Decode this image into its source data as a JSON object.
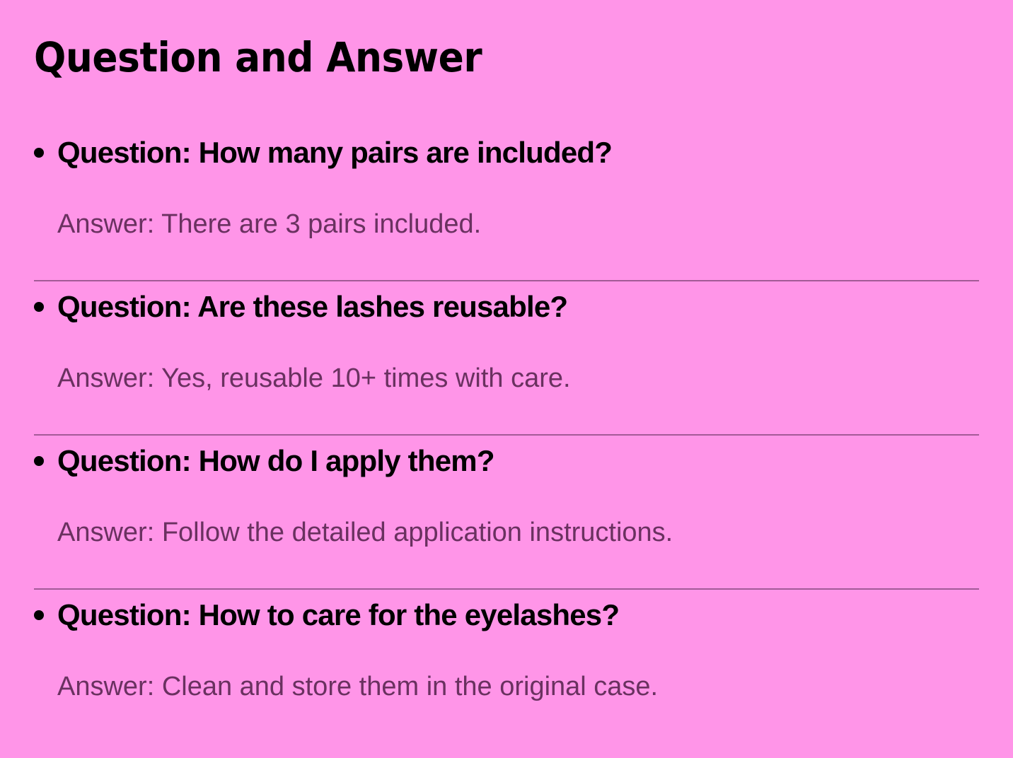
{
  "page": {
    "title": "Question and Answer",
    "items": [
      {
        "question": "Question: How many pairs are included?",
        "answer": "Answer: There are 3 pairs included."
      },
      {
        "question": "Question: Are these lashes reusable?",
        "answer": "Answer: Yes, reusable 10+ times with care."
      },
      {
        "question": "Question: How do I apply them?",
        "answer": "Answer: Follow the detailed application instructions."
      },
      {
        "question": "Question: How to care for the eyelashes?",
        "answer": "Answer: Clean and store them in the original case."
      }
    ]
  },
  "colors": {
    "background": "#ff95e8",
    "answer_text": "#6a3160",
    "divider": "#a35a97"
  }
}
